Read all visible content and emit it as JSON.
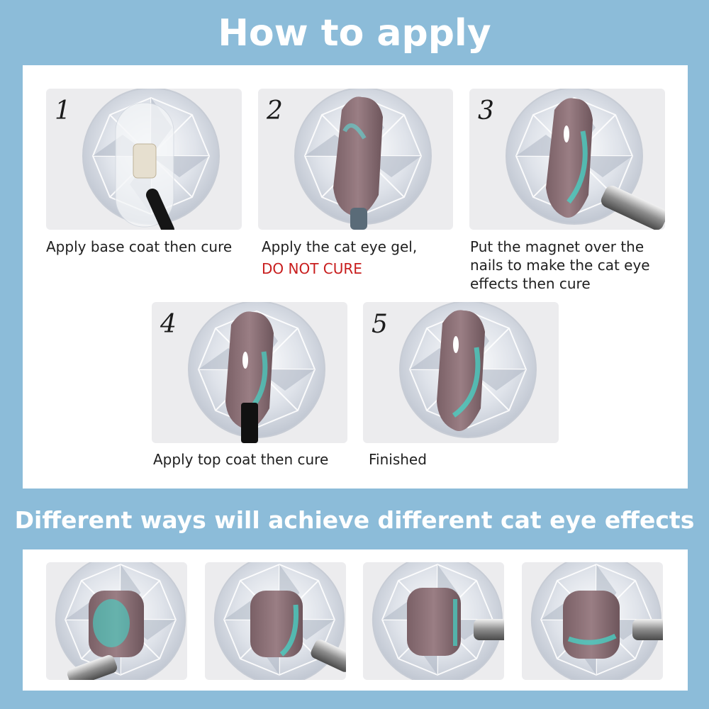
{
  "title": "How to apply",
  "steps": [
    {
      "number": "1",
      "caption": "Apply base coat then cure",
      "image": "clear-nail-tip-with-brush"
    },
    {
      "number": "2",
      "caption": "Apply the cat eye gel,",
      "warning": "DO NOT CURE",
      "image": "cat-eye-gel-nail-tip"
    },
    {
      "number": "3",
      "caption": "Put the magnet over the nails to make the cat eye effects then cure",
      "caption_lines": [
        "Put the magnet over the",
        "nails to make the cat eye",
        "effects then cure"
      ],
      "image": "nail-tip-with-magnet"
    },
    {
      "number": "4",
      "caption": "Apply top coat then cure",
      "image": "top-coat-nail-tip"
    },
    {
      "number": "5",
      "caption": "Finished",
      "image": "finished-cat-eye-nail"
    }
  ],
  "effects_heading": "Different ways will achieve different cat eye effects",
  "effects": [
    {
      "image": "cat-eye-effect-center-glow"
    },
    {
      "image": "cat-eye-effect-side-stripe"
    },
    {
      "image": "cat-eye-effect-right-edge"
    },
    {
      "image": "cat-eye-effect-bottom-arc"
    }
  ],
  "colors": {
    "background": "#8cbcd9",
    "panel": "#ffffff",
    "warning": "#c81d1d",
    "nail": "#8e7278",
    "glow": "#45d6c8"
  }
}
